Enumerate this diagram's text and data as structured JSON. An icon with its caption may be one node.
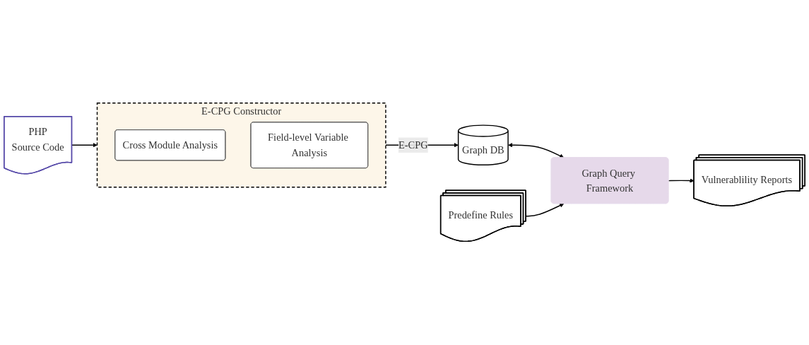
{
  "diagram": {
    "nodes": [
      {
        "text": [
          "E-CPG Constructor"
        ]
      },
      {
        "text": [
          "Cross Module Analysis"
        ],
        "in": 0
      },
      {
        "text": [
          "Field-level Variable Analysis"
        ],
        "in": 0
      },
      {
        "text": [
          "Graph DB"
        ]
      },
      {
        "text": [
          "Graph Query Framework"
        ]
      },
      {
        "text": [
          "PHP",
          "Source Code"
        ]
      },
      {
        "text": [
          "Predefine Rules"
        ]
      },
      {
        "text": [
          "Vulnerablility Reports"
        ]
      }
    ],
    "edges": [
      {
        "from": 0,
        "to": 3,
        "label": "E-CPG",
        "arrow": "to"
      },
      {
        "from": 3,
        "to": 4,
        "arrow": "both"
      },
      {
        "from": 6,
        "to": 4,
        "arrow": "to"
      },
      {
        "from": 4,
        "to": 7,
        "arrow": "to"
      },
      {
        "from": 5,
        "to": 0,
        "arrow": "to"
      }
    ]
  }
}
